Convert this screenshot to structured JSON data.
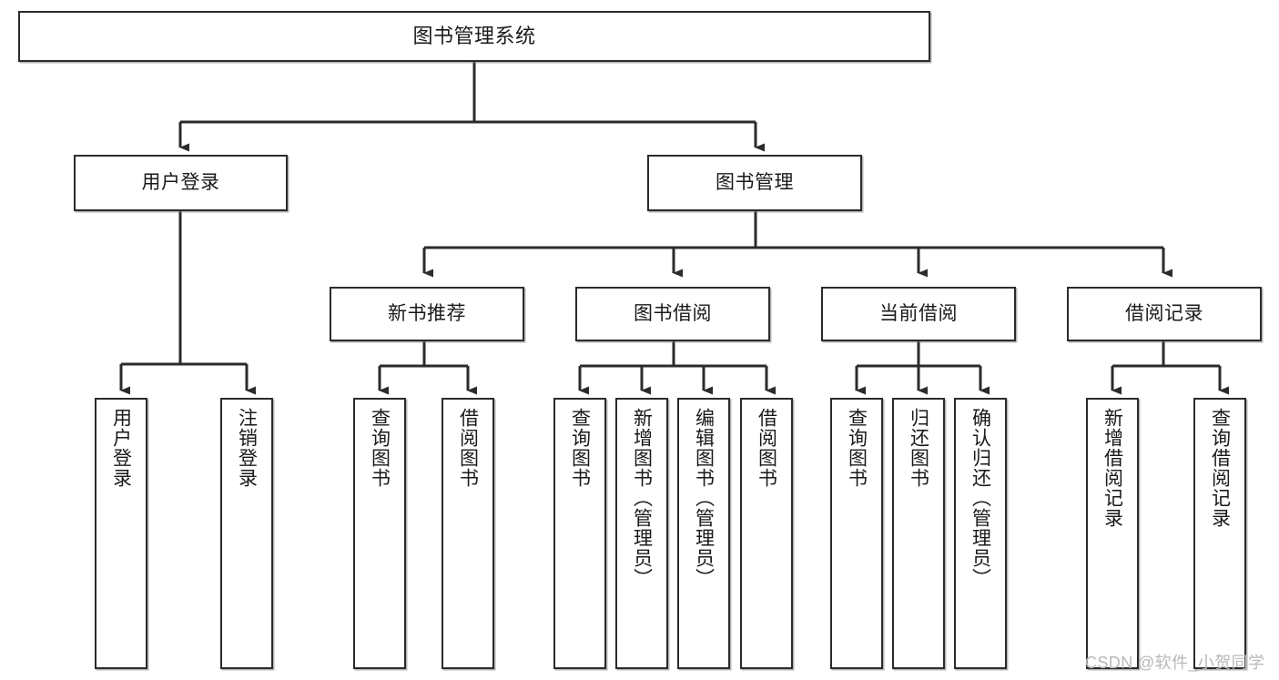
{
  "diagram": {
    "type": "tree-hierarchy",
    "title": "图书管理系统",
    "watermark": "CSDN @软件_小贺同学",
    "colors": {
      "stroke": "#2b2b2b",
      "fill": "#ffffff",
      "text": "#1a1a1a",
      "watermark": "#b9b9b9",
      "background": "#ffffff"
    },
    "nodes": {
      "root": {
        "label": "图书管理系统"
      },
      "level2": [
        {
          "id": "user-login",
          "label": "用户登录"
        },
        {
          "id": "book-manage",
          "label": "图书管理"
        }
      ],
      "level3": [
        {
          "id": "new-book-recommend",
          "label": "新书推荐"
        },
        {
          "id": "book-borrow",
          "label": "图书借阅"
        },
        {
          "id": "current-borrow",
          "label": "当前借阅"
        },
        {
          "id": "borrow-record",
          "label": "借阅记录"
        }
      ],
      "leaves": {
        "user-login": [
          {
            "id": "leaf-user-login",
            "label": "用户登录"
          },
          {
            "id": "leaf-user-logout",
            "label": "注销登录"
          }
        ],
        "new-book-recommend": [
          {
            "id": "leaf-query-book-1",
            "label": "查询图书"
          },
          {
            "id": "leaf-borrow-book-1",
            "label": "借阅图书"
          }
        ],
        "book-borrow": [
          {
            "id": "leaf-query-book-2",
            "label": "查询图书"
          },
          {
            "id": "leaf-add-book-admin",
            "label": "新增图书（管理员）"
          },
          {
            "id": "leaf-edit-book-admin",
            "label": "编辑图书（管理员）"
          },
          {
            "id": "leaf-borrow-book-2",
            "label": "借阅图书"
          }
        ],
        "current-borrow": [
          {
            "id": "leaf-query-book-3",
            "label": "查询图书"
          },
          {
            "id": "leaf-return-book",
            "label": "归还图书"
          },
          {
            "id": "leaf-confirm-return-admin",
            "label": "确认归还（管理员）"
          }
        ],
        "borrow-record": [
          {
            "id": "leaf-add-borrow-record",
            "label": "新增借阅记录"
          },
          {
            "id": "leaf-query-borrow-record",
            "label": "查询借阅记录"
          }
        ]
      }
    }
  }
}
